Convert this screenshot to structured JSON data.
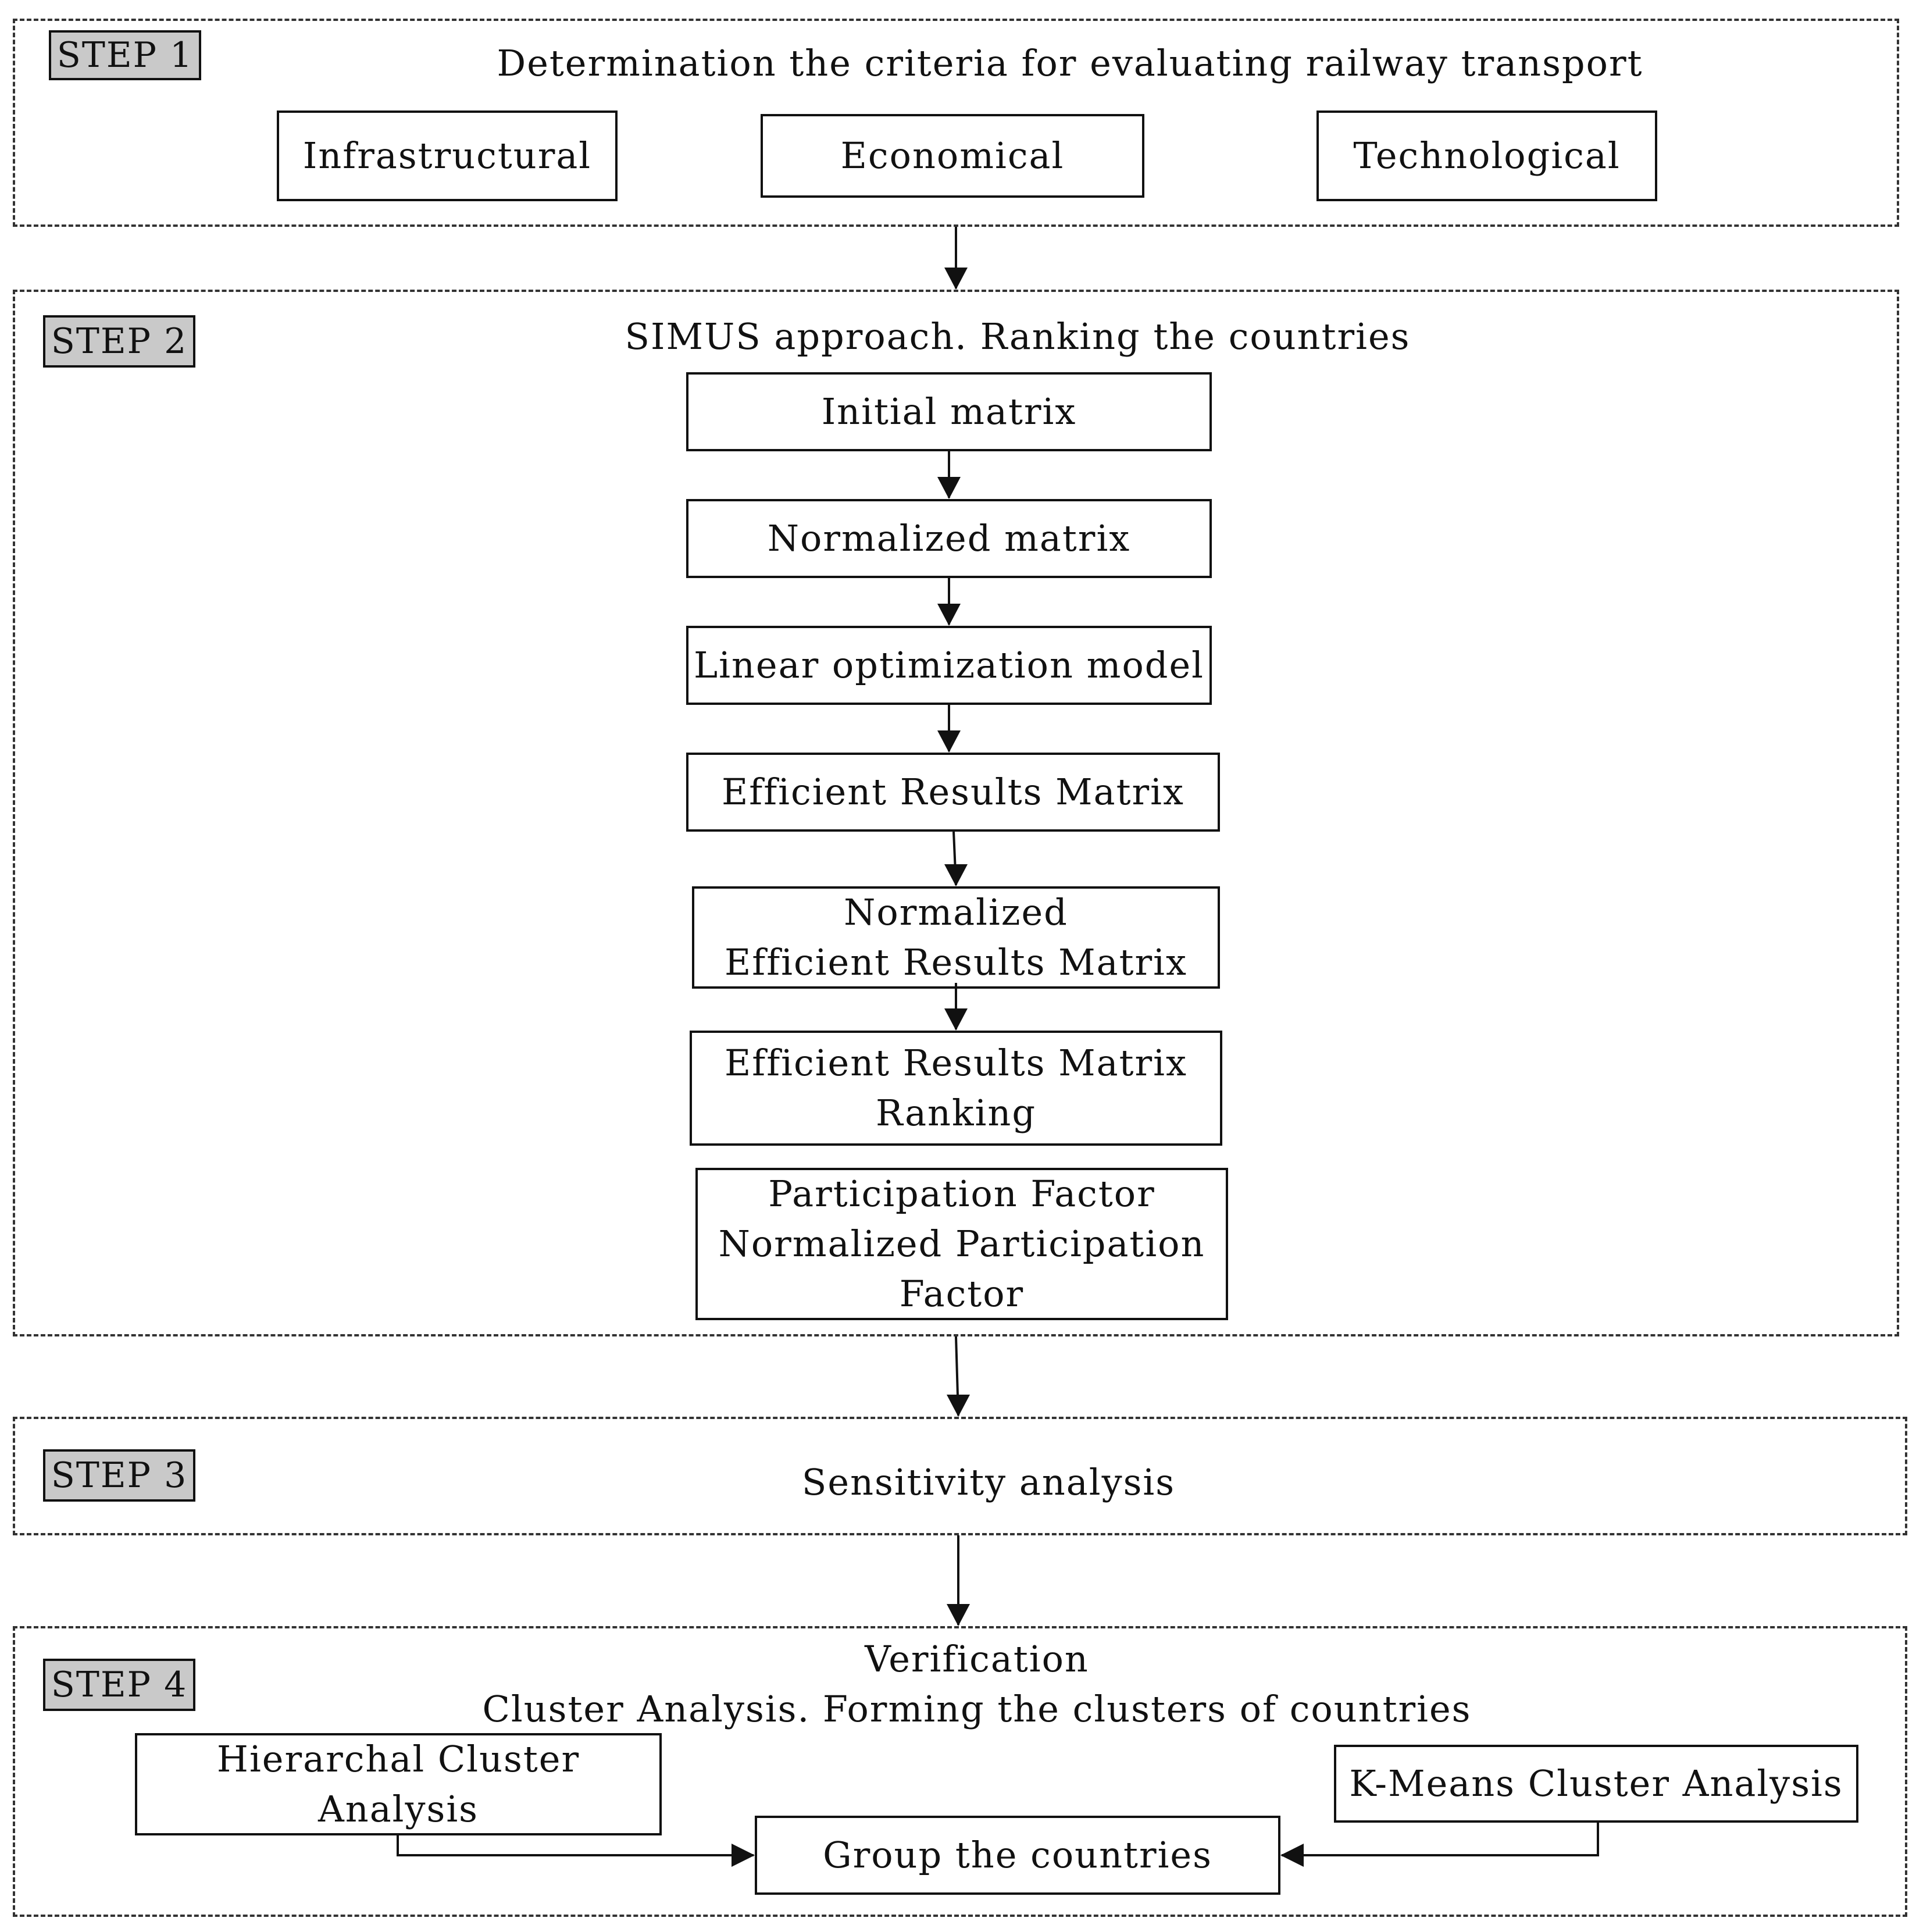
{
  "steps": [
    {
      "label": "STEP 1",
      "heading": "Determination the criteria for evaluating railway transport",
      "boxes": [
        "Infrastructural",
        "Economical",
        "Technological"
      ]
    },
    {
      "label": "STEP 2",
      "heading": "SIMUS approach. Ranking the countries",
      "boxes": [
        "Initial matrix",
        "Normalized matrix",
        "Linear optimization model",
        "Efficient Results Matrix",
        "Normalized\nEfficient Results Matrix",
        "Efficient Results Matrix\nRanking",
        "Participation Factor\nNormalized Participation\nFactor"
      ]
    },
    {
      "label": "STEP 3",
      "heading": "Sensitivity analysis"
    },
    {
      "label": "STEP 4",
      "heading": "Verification\nCluster Analysis. Forming the clusters of countries",
      "boxes": [
        "Hierarchal Cluster\nAnalysis",
        "K-Means Cluster Analysis",
        "Group the countries"
      ]
    }
  ]
}
